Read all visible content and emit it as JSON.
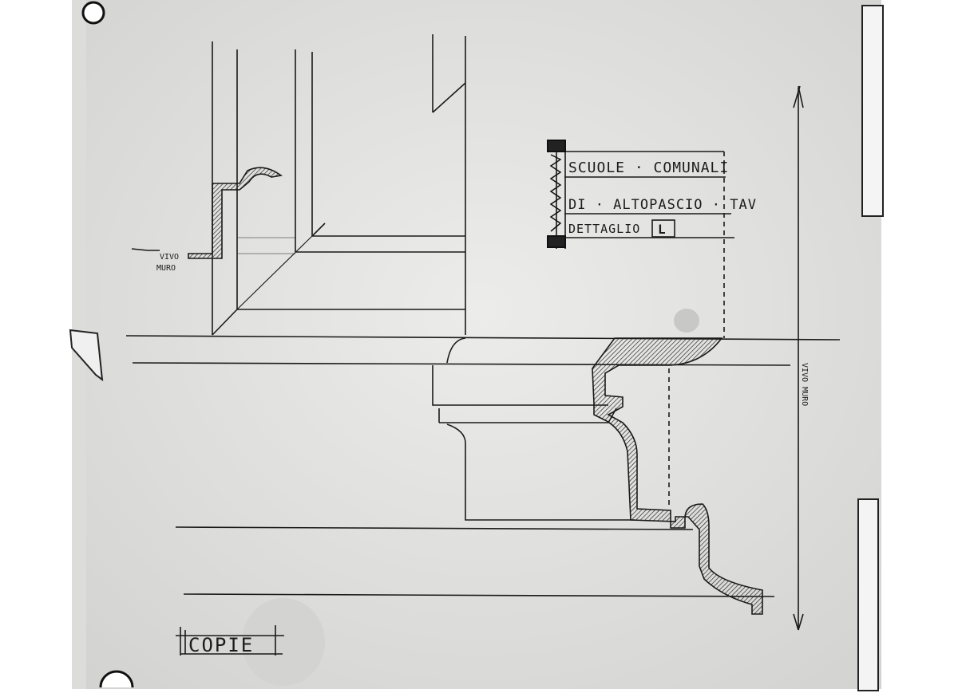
{
  "title_block": {
    "line1": "SCUOLE · COMUNALI",
    "line2": "DI · ALTOPASCIO · TAV",
    "line3": "DETTAGLIO",
    "sheet_letter": "L"
  },
  "labels": {
    "vivo_muro_left_1": "VIVO",
    "vivo_muro_left_2": "MURO",
    "vivo_muro_right": "VIVO MURO",
    "copie": "COPIE"
  },
  "colors": {
    "paper": "#e4e4e2",
    "ink": "#1a1a1a",
    "background": "#ffffff"
  }
}
